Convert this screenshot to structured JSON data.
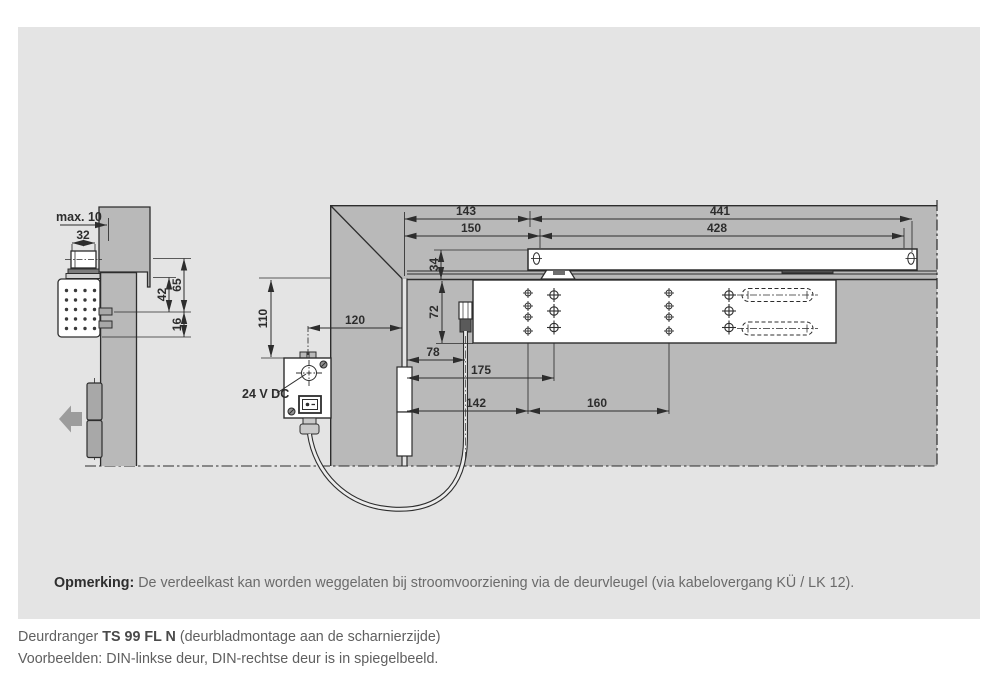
{
  "drawing": {
    "note": {
      "label": "Opmerking:",
      "text": " De verdeelkast kan worden weggelaten bij stroomvoorziening via de deurvleugel (via kabelovergang KÜ / LK 12)."
    },
    "labels": {
      "voltage": "24 V DC",
      "max_gap": "max. 10"
    },
    "dims": {
      "d32": "32",
      "d65": "65",
      "d42": "42",
      "d16": "16",
      "d143": "143",
      "d441": "441",
      "d150": "150",
      "d428": "428",
      "d34": "34",
      "d72": "72",
      "d110": "110",
      "d120": "120",
      "d78": "78",
      "d175": "175",
      "d142": "142",
      "d160": "160"
    }
  },
  "caption": {
    "line1_prefix": "Deurdranger ",
    "line1_model": "TS 99 FL N",
    "line1_suffix": " (deurbladmontage aan de scharnierzijde)",
    "line2": "Voorbeelden: DIN-linkse deur, DIN-rechtse deur is in spiegelbeeld."
  },
  "colors": {
    "panel_bg": "#e4e4e4",
    "surface_gray": "#b9b9b9",
    "line": "#2d2d2d",
    "text_secondary": "#646464",
    "white": "#ffffff"
  }
}
